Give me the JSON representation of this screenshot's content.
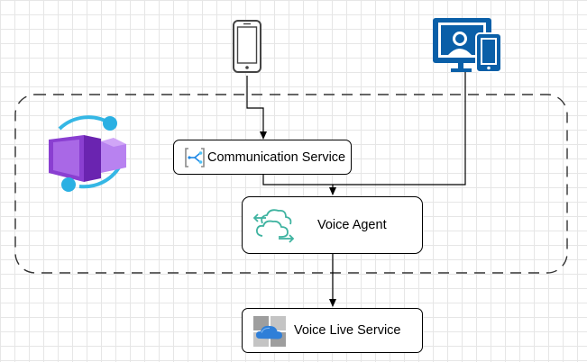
{
  "nodes": {
    "communication_service": {
      "label": "Communication Service",
      "icon": "communication-service-icon"
    },
    "voice_agent": {
      "label": "Voice Agent",
      "icon": "cloud-sync-icon"
    },
    "voice_live_service": {
      "label": "Voice Live Service",
      "icon": "cloud-service-icon"
    }
  },
  "external_icons": [
    "mobile-phone-icon",
    "desktop-user-icon",
    "container-apps-environment-icon"
  ],
  "colors": {
    "line": "#000000",
    "boundary": "#333333",
    "desktop_blue": "#0a5fa8",
    "agent_green": "#3fb3a0",
    "cloud_blue": "#2f7fd8",
    "container_purple": "#8a3fd1",
    "container_accent": "#2ab0e3"
  }
}
